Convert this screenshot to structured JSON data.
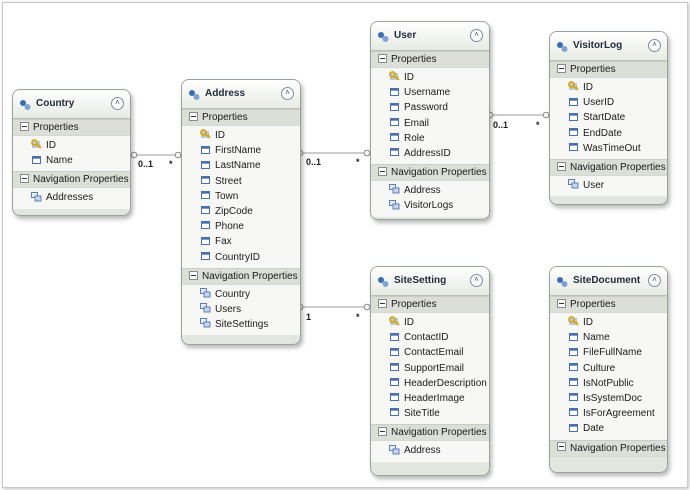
{
  "entities": {
    "country": {
      "title": "Country",
      "section_properties": "Properties",
      "section_navigation": "Navigation Properties",
      "properties": [
        "ID",
        "Name"
      ],
      "navigation": [
        "Addresses"
      ]
    },
    "address": {
      "title": "Address",
      "section_properties": "Properties",
      "section_navigation": "Navigation Properties",
      "properties": [
        "ID",
        "FirstName",
        "LastName",
        "Street",
        "Town",
        "ZipCode",
        "Phone",
        "Fax",
        "CountryID"
      ],
      "navigation": [
        "Country",
        "Users",
        "SiteSettings"
      ]
    },
    "user": {
      "title": "User",
      "section_properties": "Properties",
      "section_navigation": "Navigation Properties",
      "properties": [
        "ID",
        "Username",
        "Password",
        "Email",
        "Role",
        "AddressID"
      ],
      "navigation": [
        "Address",
        "VisitorLogs"
      ]
    },
    "visitorlog": {
      "title": "VisitorLog",
      "section_properties": "Properties",
      "section_navigation": "Navigation Properties",
      "properties": [
        "ID",
        "UserID",
        "StartDate",
        "EndDate",
        "WasTimeOut"
      ],
      "navigation": [
        "User"
      ]
    },
    "sitesetting": {
      "title": "SiteSetting",
      "section_properties": "Properties",
      "section_navigation": "Navigation Properties",
      "properties": [
        "ID",
        "ContactID",
        "ContactEmail",
        "SupportEmail",
        "HeaderDescription",
        "HeaderImage",
        "SiteTitle"
      ],
      "navigation": [
        "Address"
      ]
    },
    "sitedocument": {
      "title": "SiteDocument",
      "section_properties": "Properties",
      "section_navigation": "Navigation Properties",
      "properties": [
        "ID",
        "Name",
        "FileFullName",
        "Culture",
        "IsNotPublic",
        "IsSystemDoc",
        "IsForAgreement",
        "Date"
      ],
      "navigation": []
    }
  },
  "associations": {
    "country_address": {
      "left": "0..1",
      "right": "*"
    },
    "address_user": {
      "left": "0..1",
      "right": "*"
    },
    "user_visitorlog": {
      "left": "0..1",
      "right": "*"
    },
    "address_sitesetting": {
      "left": "1",
      "right": "*"
    }
  },
  "colors": {
    "key_icon": "#d9a400",
    "property_icon": "#4a6fb0",
    "navigation_icon": "#5a7fb8",
    "entity_icon": "#3b6db3"
  }
}
